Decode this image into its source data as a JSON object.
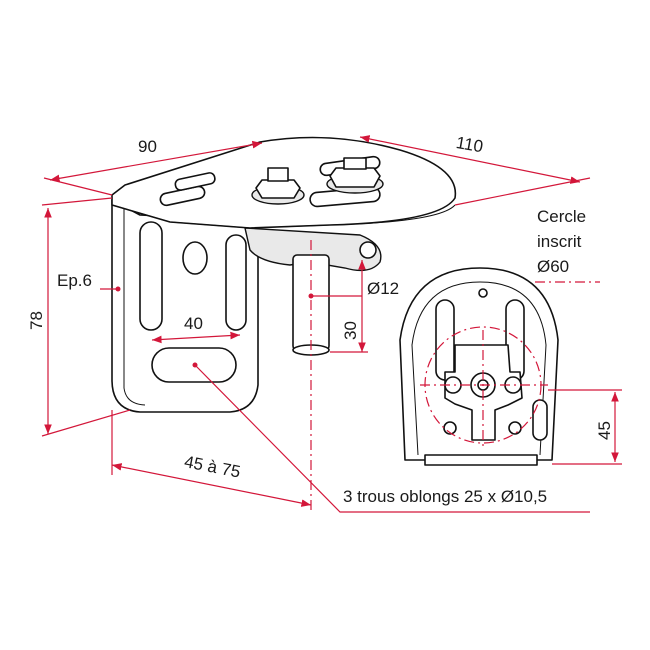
{
  "dimensions": {
    "width_top": "90",
    "depth_top": "110",
    "height": "78",
    "thickness": "Ep.6",
    "slot_spacing": "40",
    "rod_diameter": "Ø12",
    "rod_length": "30",
    "offset_range": "45 à 75",
    "front_height": "45"
  },
  "annotations": {
    "circle_line1": "Cercle",
    "circle_line2": "inscrit",
    "circle_line3": "Ø60",
    "holes": "3 trous oblongs 25 x Ø10,5"
  },
  "colors": {
    "dimension_line": "#d3173a",
    "outline": "#111111"
  }
}
